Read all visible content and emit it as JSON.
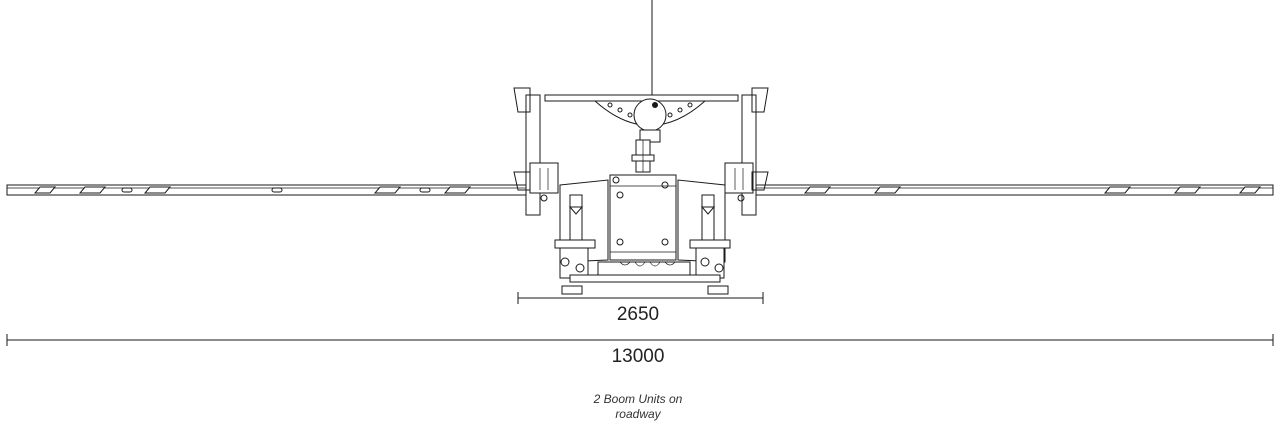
{
  "dimensions": {
    "center_width": "2650",
    "total_width": "13000"
  },
  "caption": {
    "line1": "2 Boom Units on",
    "line2": "roadway"
  }
}
